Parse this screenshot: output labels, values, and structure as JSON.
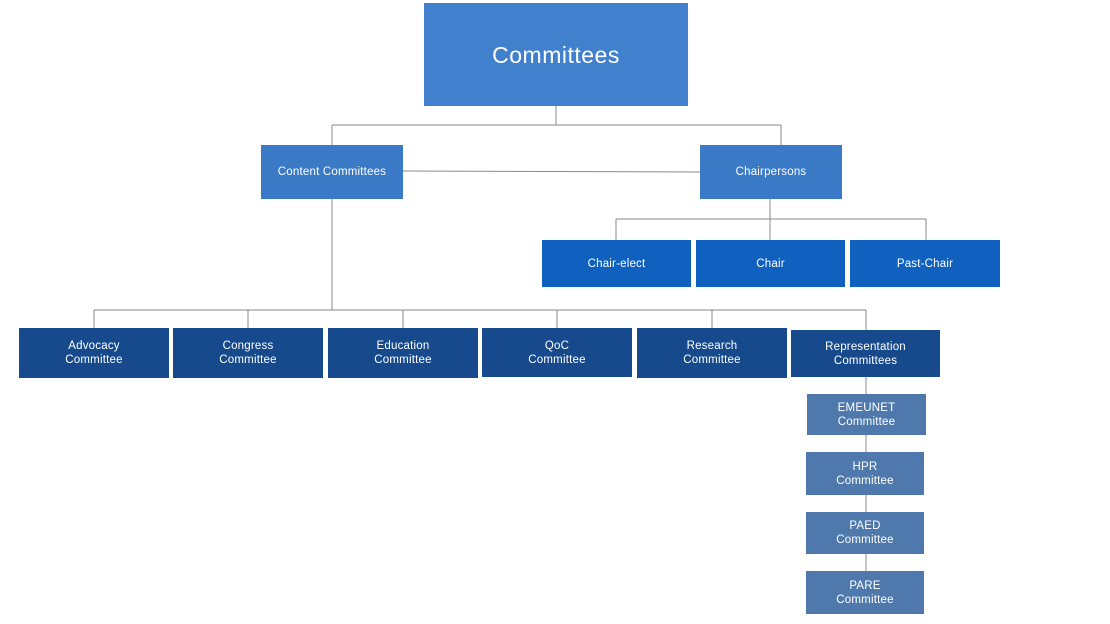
{
  "diagram": {
    "root": "Committees",
    "branches": {
      "content": "Content Committees",
      "chairpersons": "Chairpersons"
    },
    "chairs": [
      "Chair-elect",
      "Chair",
      "Past-Chair"
    ],
    "committees": [
      "Advocacy\nCommittee",
      "Congress\nCommittee",
      "Education\nCommittee",
      "QoC\nCommittee",
      "Research\nCommittee",
      "Representation\nCommittees"
    ],
    "representation": [
      "EMEUNET\nCommittee",
      "HPR\nCommittee",
      "PAED\nCommittee",
      "PARE\nCommittee"
    ]
  },
  "colors": {
    "root": "#4080cc",
    "branch": "#3b7ac6",
    "chair": "#1060c0",
    "committee": "#164a8c",
    "representation": "#4f79ad",
    "connector": "#8a8a8a"
  }
}
